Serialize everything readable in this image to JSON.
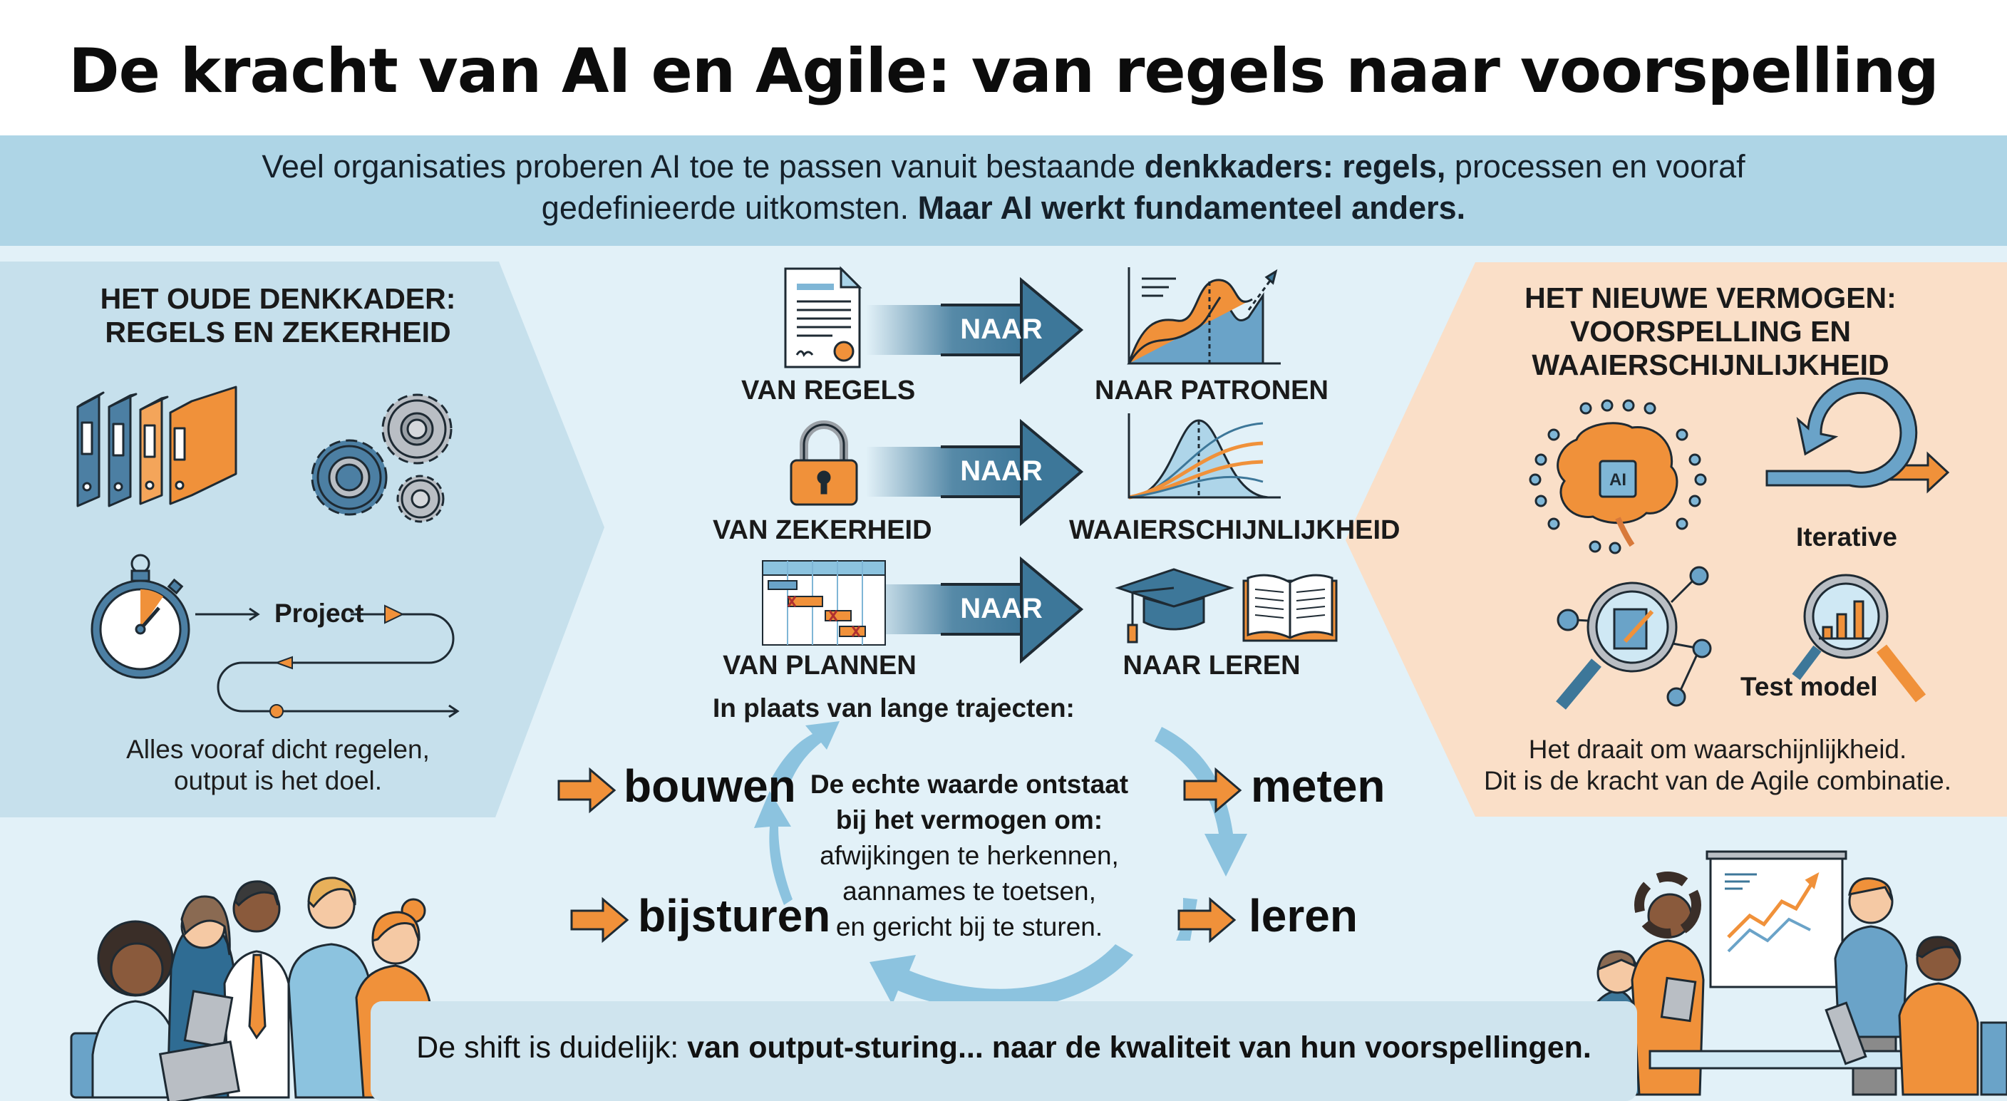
{
  "title": "De kracht van AI en Agile: van regels naar voorspelling",
  "intro": {
    "line1_pre": "Veel organisaties proberen AI toe te passen vanuit bestaande ",
    "line1_bold": "denkkaders: regels,",
    "line1_post": " processen en vooraf",
    "line2_pre": "gedefinieerde uitkomsten. ",
    "line2_bold": "Maar AI werkt fundamenteel anders."
  },
  "old_panel": {
    "title_line1": "HET OUDE DENKKADER:",
    "title_line2": "REGELS EN ZEKERHEID",
    "icons": [
      "binders-icon",
      "gears-icon",
      "stopwatch-icon"
    ],
    "flow_label": "Project",
    "caption_line1": "Alles vooraf dicht regelen,",
    "caption_line2": "output is het doel."
  },
  "transitions": [
    {
      "from": "VAN REGELS",
      "arrow": "NAAR",
      "to": "NAAR PATRONEN",
      "from_icon": "document-icon",
      "to_icon": "pattern-chart-icon"
    },
    {
      "from": "VAN ZEKERHEID",
      "arrow": "NAAR",
      "to": "WAAIERSCHIJNLIJKHEID",
      "from_icon": "padlock-icon",
      "to_icon": "probability-fan-icon"
    },
    {
      "from": "VAN PLANNEN",
      "arrow": "NAAR",
      "to": "NAAR LEREN",
      "from_icon": "gantt-chart-icon",
      "to_icon": "graduation-cap-book-icon"
    }
  ],
  "new_panel": {
    "title_line1": "HET NIEUWE VERMOGEN:",
    "title_line2": "VOORSPELLING EN",
    "title_line3": "WAAIERSCHIJNLIJKHEID",
    "icons": [
      {
        "name": "ai-brain-icon",
        "label": ""
      },
      {
        "name": "iterative-loop-icon",
        "label": "Iterative"
      },
      {
        "name": "inspect-network-icon",
        "label": ""
      },
      {
        "name": "test-model-icon",
        "label": "Test model"
      }
    ],
    "ai_chip_label": "AI",
    "caption_line1": "Het draait om waarschijnlijkheid.",
    "caption_line2": "Dit is de kracht van de Agile combinatie."
  },
  "cycle": {
    "heading": "In plaats van lange trajecten:",
    "steps": [
      "bouwen",
      "meten",
      "leren",
      "bijsturen"
    ],
    "center_bold_1": "De echte waarde ontstaat",
    "center_bold_2": "bij het vermogen om:",
    "center_line_3": "afwijkingen te herkennen,",
    "center_line_4": "aannames te toetsen,",
    "center_line_5": "en gericht bij te sturen."
  },
  "footer": {
    "pre": "De shift is duidelijk: ",
    "bold": "van output-sturing... naar de kwaliteit van hun voorspellingen."
  },
  "colors": {
    "background": "#e2f1f8",
    "banner": "#aed5e6",
    "old_panel": "#c6e0ec",
    "new_panel": "#fadfc8",
    "accent_blue": "#3d7799",
    "accent_orange": "#f0913a",
    "cycle_arrow": "#8cc3df"
  }
}
